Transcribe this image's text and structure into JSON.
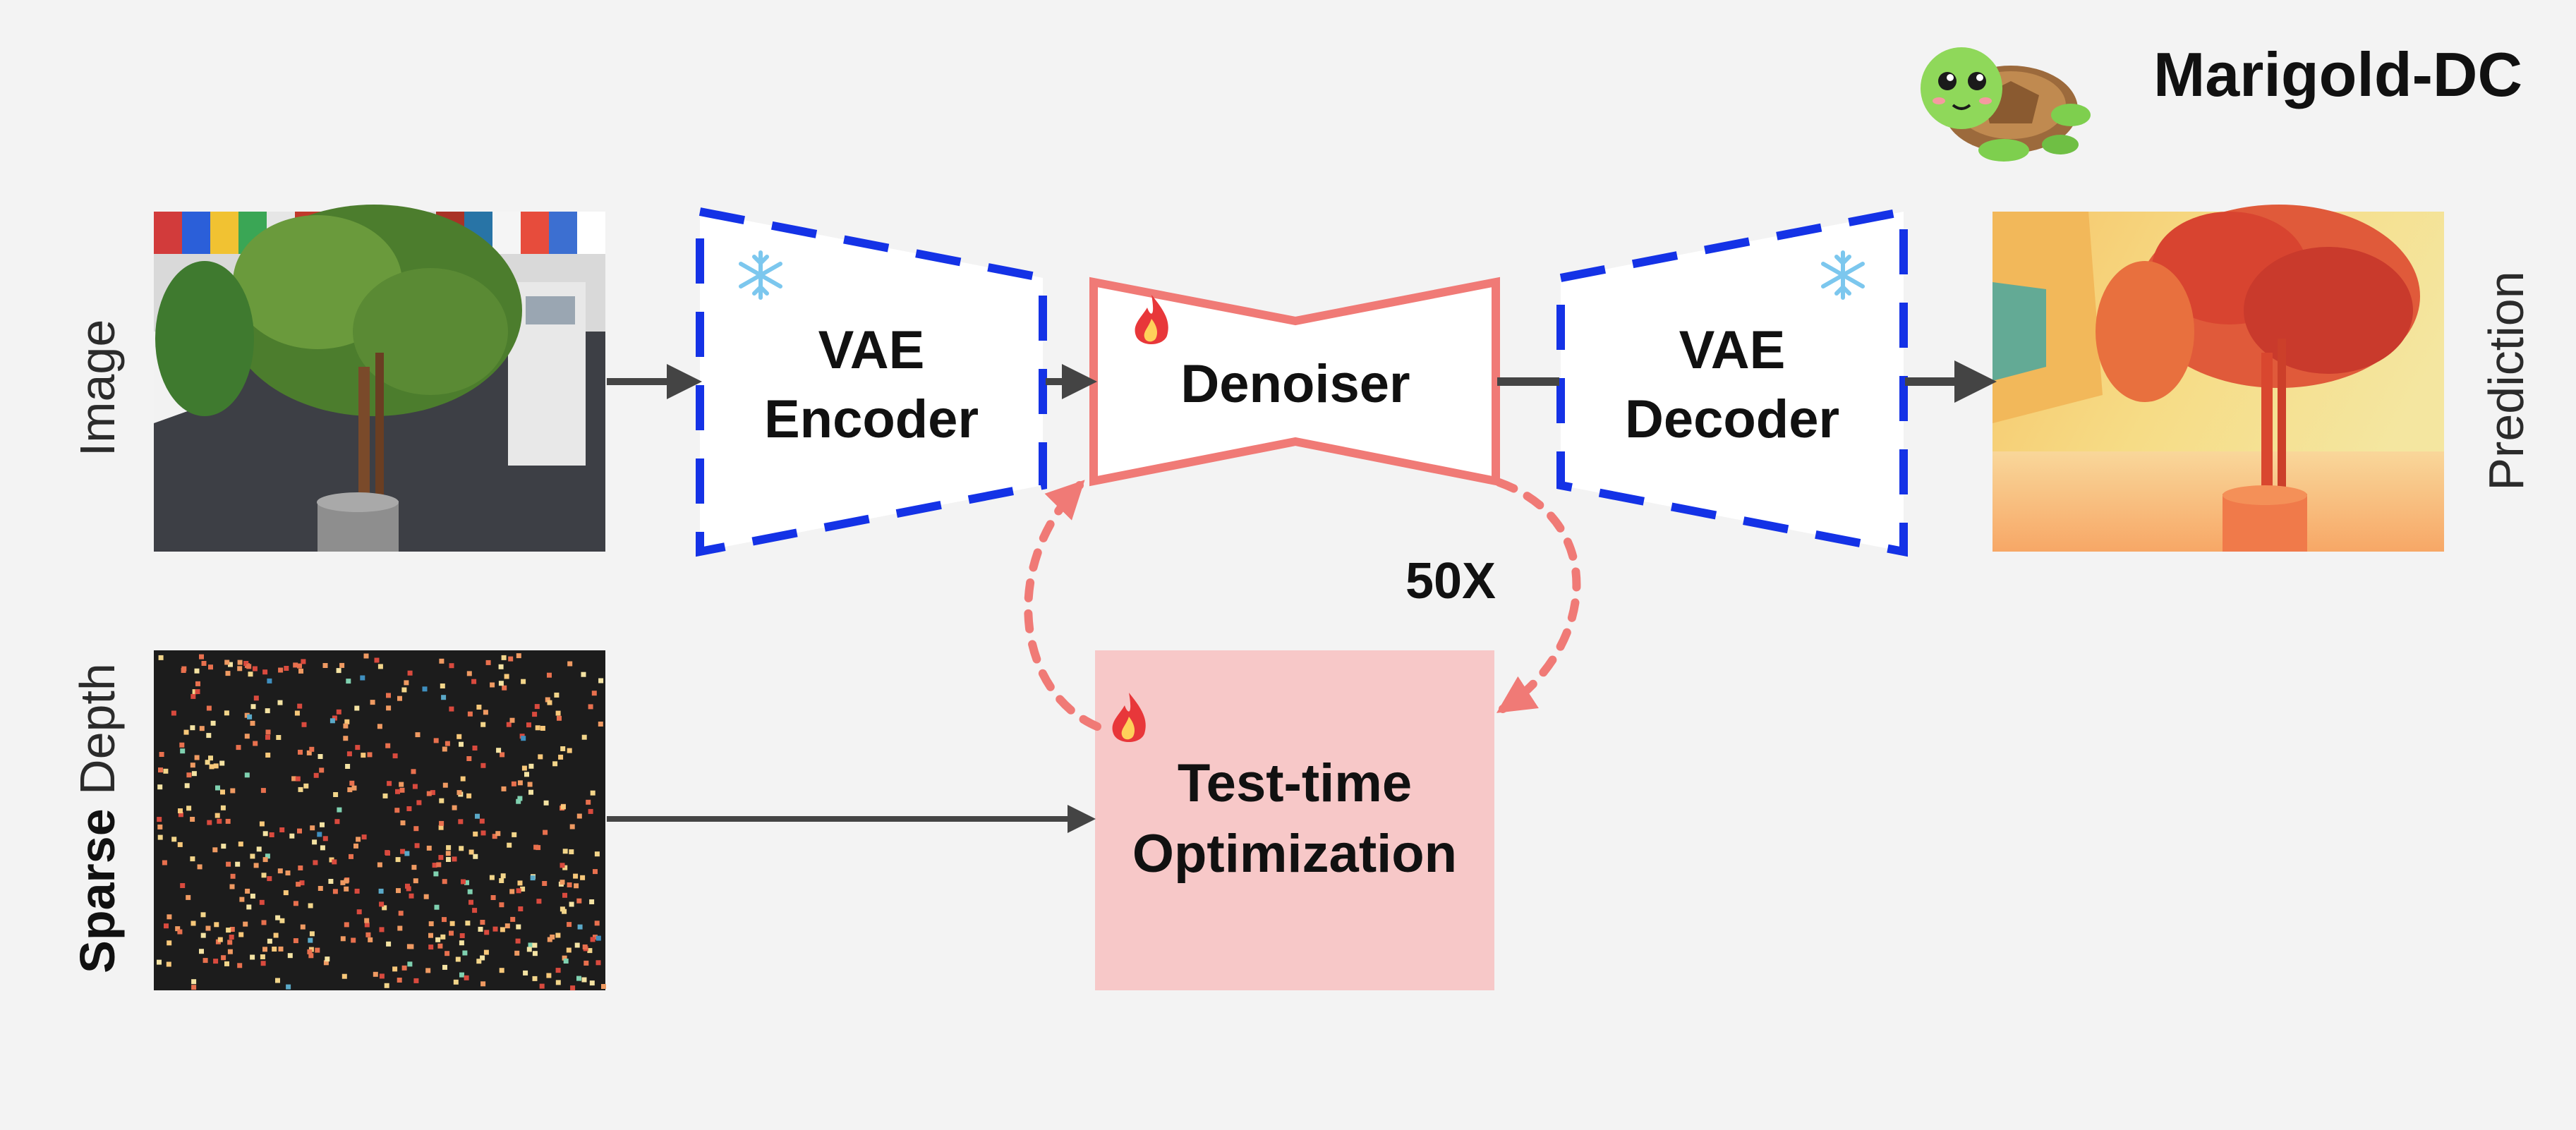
{
  "logo": {
    "title": "Marigold-DC",
    "mascot_icon": "turtle-icon"
  },
  "inputs": {
    "image_label": "Image",
    "sparse_label_bold": "Sparse",
    "sparse_label_rest": " Depth"
  },
  "output": {
    "prediction_label": "Prediction"
  },
  "blocks": {
    "vae_encoder": {
      "line1": "VAE",
      "line2": "Encoder",
      "state_icon": "snowflake-icon"
    },
    "denoiser": {
      "label": "Denoiser",
      "state_icon": "flame-icon"
    },
    "vae_decoder": {
      "line1": "VAE",
      "line2": "Decoder",
      "state_icon": "snowflake-icon"
    },
    "optimization": {
      "line1": "Test-time",
      "line2": "Optimization",
      "state_icon": "flame-icon"
    }
  },
  "loop": {
    "count_label": "50X"
  },
  "colors": {
    "frozen": "#1432e6",
    "trainable": "#f07a76",
    "optimization_fill": "#f7c8c8",
    "arrow": "#444444",
    "snowflake": "#7cc7ee",
    "flame": "#e8373a",
    "background": "#f3f3f3"
  }
}
